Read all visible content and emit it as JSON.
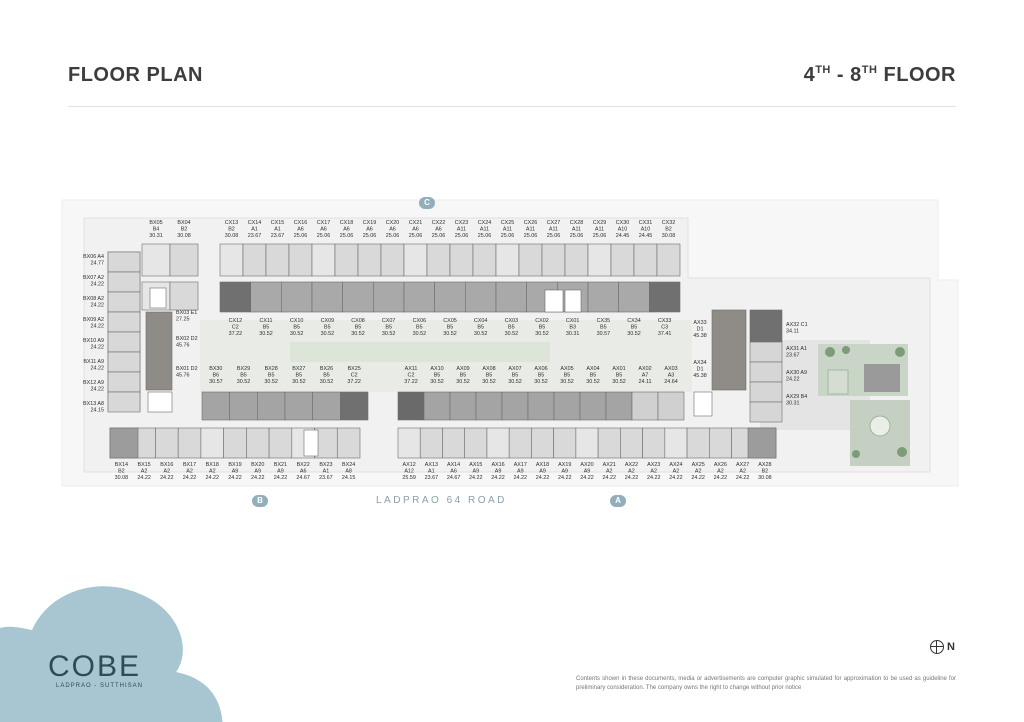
{
  "header": {
    "title": "FLOOR PLAN",
    "floor_from": "4",
    "floor_sup": "TH",
    "dash": " - ",
    "floor_to": "8",
    "floor_to_sup": "TH",
    "floor_word": " FLOOR"
  },
  "road": "LADPRAO 64 ROAD",
  "zones": {
    "a": "A",
    "b": "B",
    "c": "C"
  },
  "brand": {
    "name": "COBE",
    "subtitle": "LADPRAO - SUTTHISAN"
  },
  "compass": {
    "label": "N"
  },
  "disclaimer": "Contents shown in these documents, media or advertisements are computer graphic simulated for approximation to be used as guideline for preliminary consideration. The company owns the right to change without prior notice",
  "colors": {
    "accent": "#93aebb",
    "cloud": "#a7c6d2",
    "dark_unit": "#6f6f6f",
    "mid_unit": "#8f8f8f",
    "wall": "#8a8a8a"
  },
  "units": {
    "cx_top": [
      [
        "CX13",
        "B2",
        "30.08"
      ],
      [
        "CX14",
        "A1",
        "23.67"
      ],
      [
        "CX15",
        "A1",
        "23.67"
      ],
      [
        "CX16",
        "A6",
        "25.06"
      ],
      [
        "CX17",
        "A6",
        "25.06"
      ],
      [
        "CX18",
        "A6",
        "25.06"
      ],
      [
        "CX19",
        "A6",
        "25.06"
      ],
      [
        "CX20",
        "A6",
        "25.06"
      ],
      [
        "CX21",
        "A6",
        "25.06"
      ],
      [
        "CX22",
        "A6",
        "25.06"
      ],
      [
        "CX23",
        "A11",
        "25.06"
      ],
      [
        "CX24",
        "A11",
        "25.06"
      ],
      [
        "CX25",
        "A11",
        "25.06"
      ],
      [
        "CX26",
        "A11",
        "25.06"
      ],
      [
        "CX27",
        "A11",
        "25.06"
      ],
      [
        "CX28",
        "A11",
        "25.06"
      ],
      [
        "CX29",
        "A11",
        "25.06"
      ],
      [
        "CX30",
        "A10",
        "24.45"
      ],
      [
        "CX31",
        "A10",
        "24.45"
      ],
      [
        "CX32",
        "B2",
        "30.08"
      ]
    ],
    "bx_top": [
      [
        "BX05",
        "B4",
        "30.31"
      ],
      [
        "BX04",
        "B2",
        "30.08"
      ]
    ],
    "cx_mid": [
      [
        "CX12",
        "C2",
        "37.22"
      ],
      [
        "CX11",
        "B5",
        "30.52"
      ],
      [
        "CX10",
        "B5",
        "30.52"
      ],
      [
        "CX09",
        "B5",
        "30.52"
      ],
      [
        "CX08",
        "B5",
        "30.52"
      ],
      [
        "CX07",
        "B5",
        "30.52"
      ],
      [
        "CX06",
        "B5",
        "30.52"
      ],
      [
        "CX05",
        "B5",
        "30.52"
      ],
      [
        "CX04",
        "B5",
        "30.52"
      ],
      [
        "CX03",
        "B5",
        "30.52"
      ],
      [
        "CX02",
        "B5",
        "30.52"
      ],
      [
        "CX01",
        "B3",
        "30.31"
      ],
      [
        "CX35",
        "B5",
        "30.57"
      ],
      [
        "CX34",
        "B5",
        "30.52"
      ],
      [
        "CX33",
        "C3",
        "37.41"
      ]
    ],
    "bx_west": [
      [
        "BX06",
        "A4",
        "24.77"
      ],
      [
        "BX07",
        "A2",
        "24.22"
      ],
      [
        "BX08",
        "A2",
        "24.22"
      ],
      [
        "BX09",
        "A2",
        "24.22"
      ],
      [
        "BX10",
        "A9",
        "24.22"
      ],
      [
        "BX11",
        "A9",
        "24.22"
      ],
      [
        "BX12",
        "A9",
        "24.22"
      ],
      [
        "BX13",
        "A8",
        "24.15"
      ]
    ],
    "bx_inner": [
      [
        "BX03",
        "E1",
        "27.25"
      ],
      [
        "BX02",
        "D2",
        "45.76"
      ],
      [
        "BX01",
        "D2",
        "45.76"
      ]
    ],
    "bx_mid": [
      [
        "BX30",
        "B6",
        "30.57"
      ],
      [
        "BX29",
        "B5",
        "30.52"
      ],
      [
        "BX28",
        "B5",
        "30.52"
      ],
      [
        "BX27",
        "B5",
        "30.52"
      ],
      [
        "BX26",
        "B5",
        "30.52"
      ],
      [
        "BX25",
        "C2",
        "37.22"
      ]
    ],
    "ax_mid": [
      [
        "AX11",
        "C2",
        "37.22"
      ],
      [
        "AX10",
        "B5",
        "30.52"
      ],
      [
        "AX09",
        "B5",
        "30.52"
      ],
      [
        "AX08",
        "B5",
        "30.52"
      ],
      [
        "AX07",
        "B5",
        "30.52"
      ],
      [
        "AX06",
        "B5",
        "30.52"
      ],
      [
        "AX05",
        "B5",
        "30.52"
      ],
      [
        "AX04",
        "B5",
        "30.52"
      ],
      [
        "AX01",
        "B5",
        "30.52"
      ],
      [
        "AX02",
        "A7",
        "24.11"
      ],
      [
        "AX03",
        "A3",
        "24.64"
      ]
    ],
    "ax_east_inner": [
      [
        "AX33",
        "D1",
        "45.38"
      ],
      [
        "AX34",
        "D1",
        "45.38"
      ]
    ],
    "ax_east": [
      [
        "AX32",
        "C1",
        "34.11"
      ],
      [
        "AX31",
        "A1",
        "23.67"
      ],
      [
        "AX30",
        "A9",
        "24.22"
      ],
      [
        "AX29",
        "B4",
        "30.31"
      ]
    ],
    "bx_bottom": [
      [
        "BX14",
        "B2",
        "30.08"
      ],
      [
        "BX15",
        "A2",
        "24.22"
      ],
      [
        "BX16",
        "A2",
        "24.22"
      ],
      [
        "BX17",
        "A2",
        "24.22"
      ],
      [
        "BX18",
        "A2",
        "24.22"
      ],
      [
        "BX19",
        "A9",
        "24.22"
      ],
      [
        "BX20",
        "A9",
        "24.22"
      ],
      [
        "BX21",
        "A9",
        "24.22"
      ],
      [
        "BX22",
        "A6",
        "24.67"
      ],
      [
        "BX23",
        "A1",
        "23.67"
      ],
      [
        "BX24",
        "A8",
        "24.15"
      ]
    ],
    "ax_bottom": [
      [
        "AX12",
        "A12",
        "25.59"
      ],
      [
        "AX13",
        "A1",
        "23.67"
      ],
      [
        "AX14",
        "A6",
        "24.67"
      ],
      [
        "AX15",
        "A9",
        "24.22"
      ],
      [
        "AX16",
        "A9",
        "24.22"
      ],
      [
        "AX17",
        "A9",
        "24.22"
      ],
      [
        "AX18",
        "A9",
        "24.22"
      ],
      [
        "AX19",
        "A9",
        "24.22"
      ],
      [
        "AX20",
        "A9",
        "24.22"
      ],
      [
        "AX21",
        "A2",
        "24.22"
      ],
      [
        "AX22",
        "A2",
        "24.22"
      ],
      [
        "AX23",
        "A2",
        "24.22"
      ],
      [
        "AX24",
        "A2",
        "24.22"
      ],
      [
        "AX25",
        "A2",
        "24.22"
      ],
      [
        "AX26",
        "A2",
        "24.22"
      ],
      [
        "AX27",
        "A2",
        "24.22"
      ],
      [
        "AX28",
        "B2",
        "30.08"
      ]
    ]
  }
}
